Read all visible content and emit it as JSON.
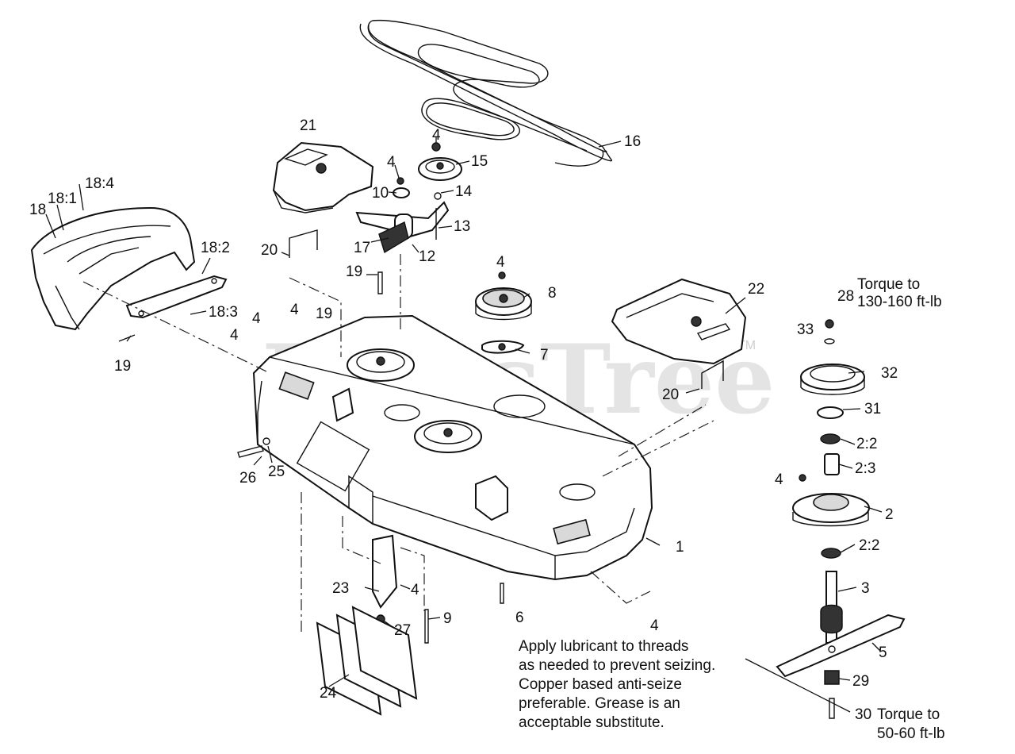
{
  "watermark": {
    "text": "PartsTree",
    "tm": "TM"
  },
  "labels": {
    "l1": "1",
    "l2": "2",
    "l2_2a": "2:2",
    "l2_3": "2:3",
    "l2_2b": "2:2",
    "l3": "3",
    "l4a": "4",
    "l4b": "4",
    "l4c": "4",
    "l4d": "4",
    "l4e": "4",
    "l4f": "4",
    "l4g": "4",
    "l4h": "4",
    "l4i": "4",
    "l5": "5",
    "l6": "6",
    "l7": "7",
    "l8": "8",
    "l9": "9",
    "l10": "10",
    "l12": "12",
    "l13": "13",
    "l14": "14",
    "l15": "15",
    "l16": "16",
    "l17": "17",
    "l18": "18",
    "l18_1": "18:1",
    "l18_2": "18:2",
    "l18_3": "18:3",
    "l18_4": "18:4",
    "l19a": "19",
    "l19b": "19",
    "l19c": "19",
    "l20a": "20",
    "l20b": "20",
    "l21": "21",
    "l22": "22",
    "l23": "23",
    "l24": "24",
    "l25": "25",
    "l26": "26",
    "l27": "27",
    "l28": "28",
    "l29": "29",
    "l30": "30",
    "l31": "31",
    "l32": "32",
    "l33": "33"
  },
  "torque_top": {
    "line1": "Torque to",
    "line2": "130-160 ft-lb"
  },
  "torque_bottom": {
    "line1": "Torque to",
    "line2": "50-60 ft-lb"
  },
  "note": {
    "line1": "Apply lubricant to threads",
    "line2": "as needed to prevent seizing.",
    "line3": "Copper  based anti-seize",
    "line4": "preferable. Grease is an",
    "line5": "acceptable substitute."
  }
}
